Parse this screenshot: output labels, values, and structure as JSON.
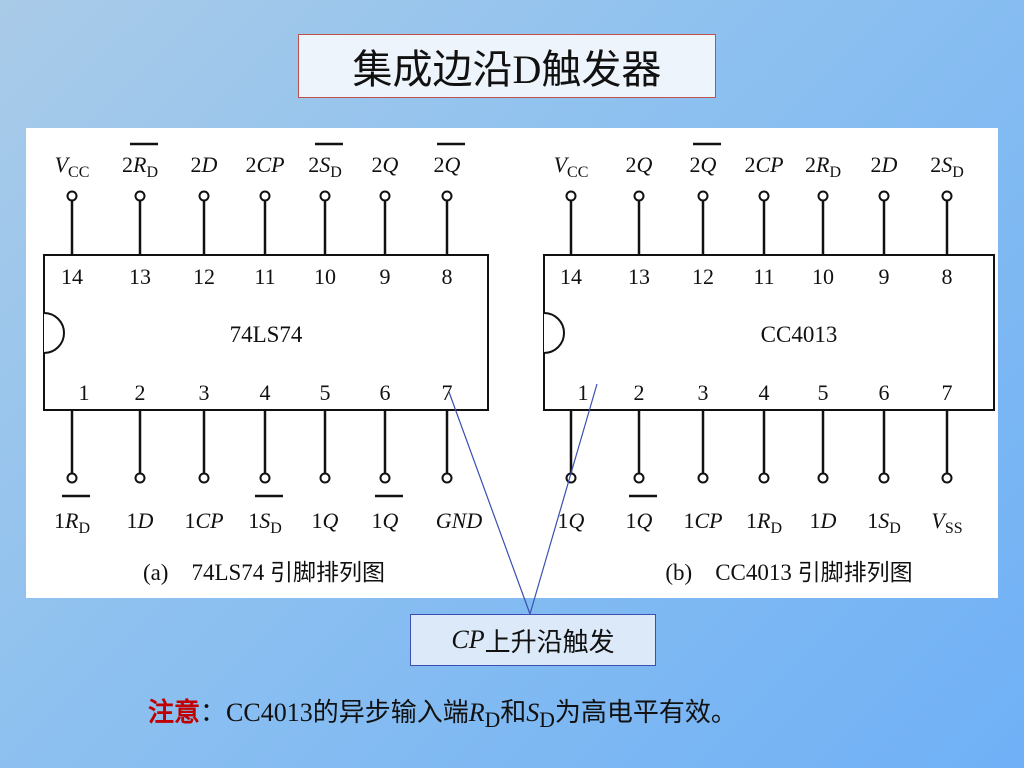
{
  "title": "集成边沿D触发器",
  "chips": [
    {
      "id": "74ls74",
      "name": "74LS74",
      "caption": "(a)　74LS74 引脚排列图",
      "top_pins": [
        {
          "num": "14",
          "pre": "",
          "main": "V",
          "sub": "CC",
          "italic": true,
          "bar": false
        },
        {
          "num": "13",
          "pre": "2",
          "main": "R",
          "sub": "D",
          "italic": true,
          "bar": true
        },
        {
          "num": "12",
          "pre": "2",
          "main": "D",
          "sub": "",
          "italic": true,
          "bar": false
        },
        {
          "num": "11",
          "pre": "2",
          "main": "CP",
          "sub": "",
          "italic": true,
          "bar": false
        },
        {
          "num": "10",
          "pre": "2",
          "main": "S",
          "sub": "D",
          "italic": true,
          "bar": true
        },
        {
          "num": "9",
          "pre": "2",
          "main": "Q",
          "sub": "",
          "italic": true,
          "bar": false
        },
        {
          "num": "8",
          "pre": "2",
          "main": "Q",
          "sub": "",
          "italic": true,
          "bar": true
        }
      ],
      "bottom_pins": [
        {
          "num": "1",
          "pre": "1",
          "main": "R",
          "sub": "D",
          "italic": true,
          "bar": true
        },
        {
          "num": "2",
          "pre": "1",
          "main": "D",
          "sub": "",
          "italic": true,
          "bar": false
        },
        {
          "num": "3",
          "pre": "1",
          "main": "CP",
          "sub": "",
          "italic": true,
          "bar": false
        },
        {
          "num": "4",
          "pre": "1",
          "main": "S",
          "sub": "D",
          "italic": true,
          "bar": true
        },
        {
          "num": "5",
          "pre": "1",
          "main": "Q",
          "sub": "",
          "italic": true,
          "bar": false
        },
        {
          "num": "6",
          "pre": "1",
          "main": "Q",
          "sub": "",
          "italic": true,
          "bar": true
        },
        {
          "num": "7",
          "pre": "",
          "main": "GND",
          "sub": "",
          "italic": true,
          "bar": false
        }
      ]
    },
    {
      "id": "cc4013",
      "name": "CC4013",
      "caption": "(b)　CC4013 引脚排列图",
      "top_pins": [
        {
          "num": "14",
          "pre": "",
          "main": "V",
          "sub": "CC",
          "italic": true,
          "bar": false
        },
        {
          "num": "13",
          "pre": "2",
          "main": "Q",
          "sub": "",
          "italic": true,
          "bar": false
        },
        {
          "num": "12",
          "pre": "2",
          "main": "Q",
          "sub": "",
          "italic": true,
          "bar": true
        },
        {
          "num": "11",
          "pre": "2",
          "main": "CP",
          "sub": "",
          "italic": true,
          "bar": false
        },
        {
          "num": "10",
          "pre": "2",
          "main": "R",
          "sub": "D",
          "italic": true,
          "bar": false
        },
        {
          "num": "9",
          "pre": "2",
          "main": "D",
          "sub": "",
          "italic": true,
          "bar": false
        },
        {
          "num": "8",
          "pre": "2",
          "main": "S",
          "sub": "D",
          "italic": true,
          "bar": false
        }
      ],
      "bottom_pins": [
        {
          "num": "1",
          "pre": "1",
          "main": "Q",
          "sub": "",
          "italic": true,
          "bar": false
        },
        {
          "num": "2",
          "pre": "1",
          "main": "Q",
          "sub": "",
          "italic": true,
          "bar": true
        },
        {
          "num": "3",
          "pre": "1",
          "main": "CP",
          "sub": "",
          "italic": true,
          "bar": false
        },
        {
          "num": "4",
          "pre": "1",
          "main": "R",
          "sub": "D",
          "italic": true,
          "bar": false
        },
        {
          "num": "5",
          "pre": "1",
          "main": "D",
          "sub": "",
          "italic": true,
          "bar": false
        },
        {
          "num": "6",
          "pre": "1",
          "main": "S",
          "sub": "D",
          "italic": true,
          "bar": false
        },
        {
          "num": "7",
          "pre": "",
          "main": "V",
          "sub": "SS",
          "italic": true,
          "bar": false
        }
      ]
    }
  ],
  "callout": {
    "italic": "CP",
    "text": "上升沿触发"
  },
  "note": {
    "warn": "注意",
    "colon": "：",
    "text1": "CC4013的异步输入端",
    "r_main": "R",
    "r_sub": "D",
    "and": "和",
    "s_main": "S",
    "s_sub": "D",
    "text2": "为高电平有效。"
  },
  "colors": {
    "warn": "#c00000",
    "title_border": "#c0504d",
    "callout_border": "#3a4fb0",
    "callout_line": "#3a4fb0"
  }
}
